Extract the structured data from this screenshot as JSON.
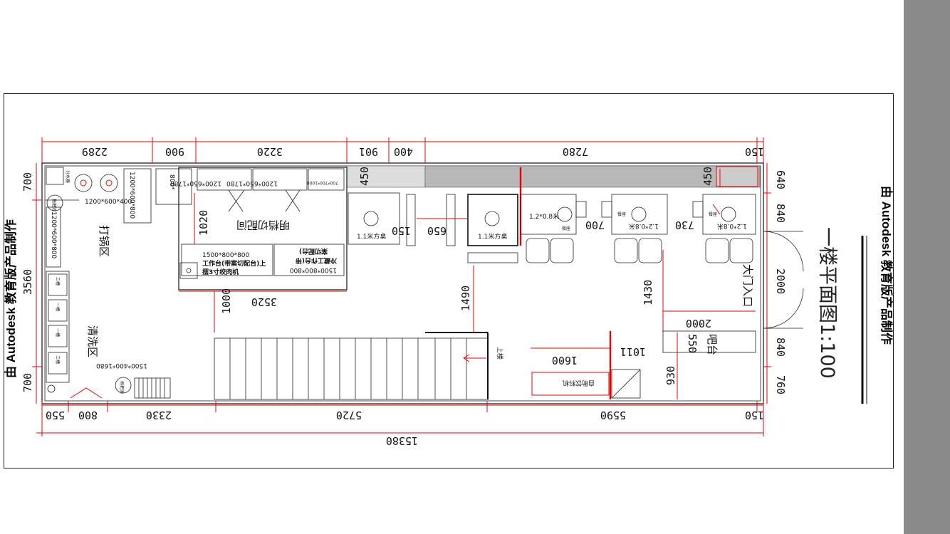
{
  "watermark": "由 Autodesk 教育版产品制作",
  "title": "一楼平面图1:100",
  "dimensions": {
    "top": [
      "2289",
      "900",
      "3220",
      "901",
      "400",
      "7280",
      "150"
    ],
    "bottom": [
      "550",
      "800",
      "2330",
      "5720",
      "5590",
      "150"
    ],
    "total": "15380",
    "left": [
      "700",
      "3560",
      "700"
    ],
    "right": [
      "640",
      "840",
      "2000",
      "840",
      "760"
    ],
    "interior": [
      "1020",
      "1000",
      "3520",
      "150",
      "650",
      "1490",
      "1430",
      "2000",
      "1600",
      "1011",
      "550",
      "930",
      "700",
      "730",
      "450",
      "450"
    ]
  },
  "rooms": {
    "fry_zone": "打锅区",
    "wash_zone": "清洗区",
    "open_kitchen": "明档切配间",
    "entrance": "大门入口",
    "cashier": "吧台",
    "upstairs": "上楼"
  },
  "furniture": {
    "table_1": "1.1米方桌",
    "table_2": "1.1米方桌",
    "table_3": "1.2*0.8米",
    "table_4": "1.2*0.8米",
    "table_5": "1.2*0.8米",
    "seat": "餐座",
    "fry_counter_1": "1200*600*400",
    "fry_counter_2": "1200*600*800",
    "fry_counter_3": "1200*600*800",
    "mop_pool": "拖把池",
    "mop_pool_2": "拖把池",
    "water_tank": "分水器",
    "counter_800": "800*",
    "fridge_1": "1200*650*1780",
    "fridge_2": "1200*650*1780",
    "fridge_3": "700*700*1000",
    "workbench": "1500*800*800",
    "workbench_label": "工作台(带案切配台)上",
    "workbench_label_2": "摆3寸绞肉机",
    "cold_table": "1500*800*800",
    "cold_table_label": "冷藏工作台(带",
    "cold_table_label_2": "案切配台)",
    "sink_table": "1500*400*1680",
    "ice_box": "自助饮料机",
    "sink_1": "三槽",
    "sink_2": "一槽",
    "sink_3": "一槽",
    "sink_4": "三槽"
  }
}
